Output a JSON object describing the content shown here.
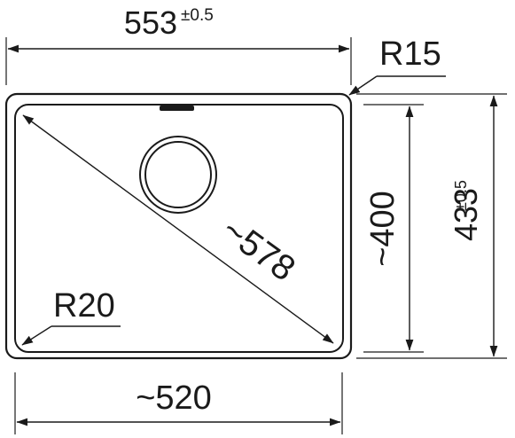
{
  "drawing": {
    "overall_width": {
      "value": "553",
      "tolerance": "±0.5"
    },
    "overall_height": {
      "value": "433",
      "tolerance": "±0.5"
    },
    "outer_radius_label": "R15",
    "inner_radius_label": "R20",
    "diagonal_label": "~578",
    "inner_height_label": "~400",
    "inner_width_label": "~520"
  },
  "colors": {
    "line": "#1a1a1a",
    "background": "#ffffff"
  }
}
